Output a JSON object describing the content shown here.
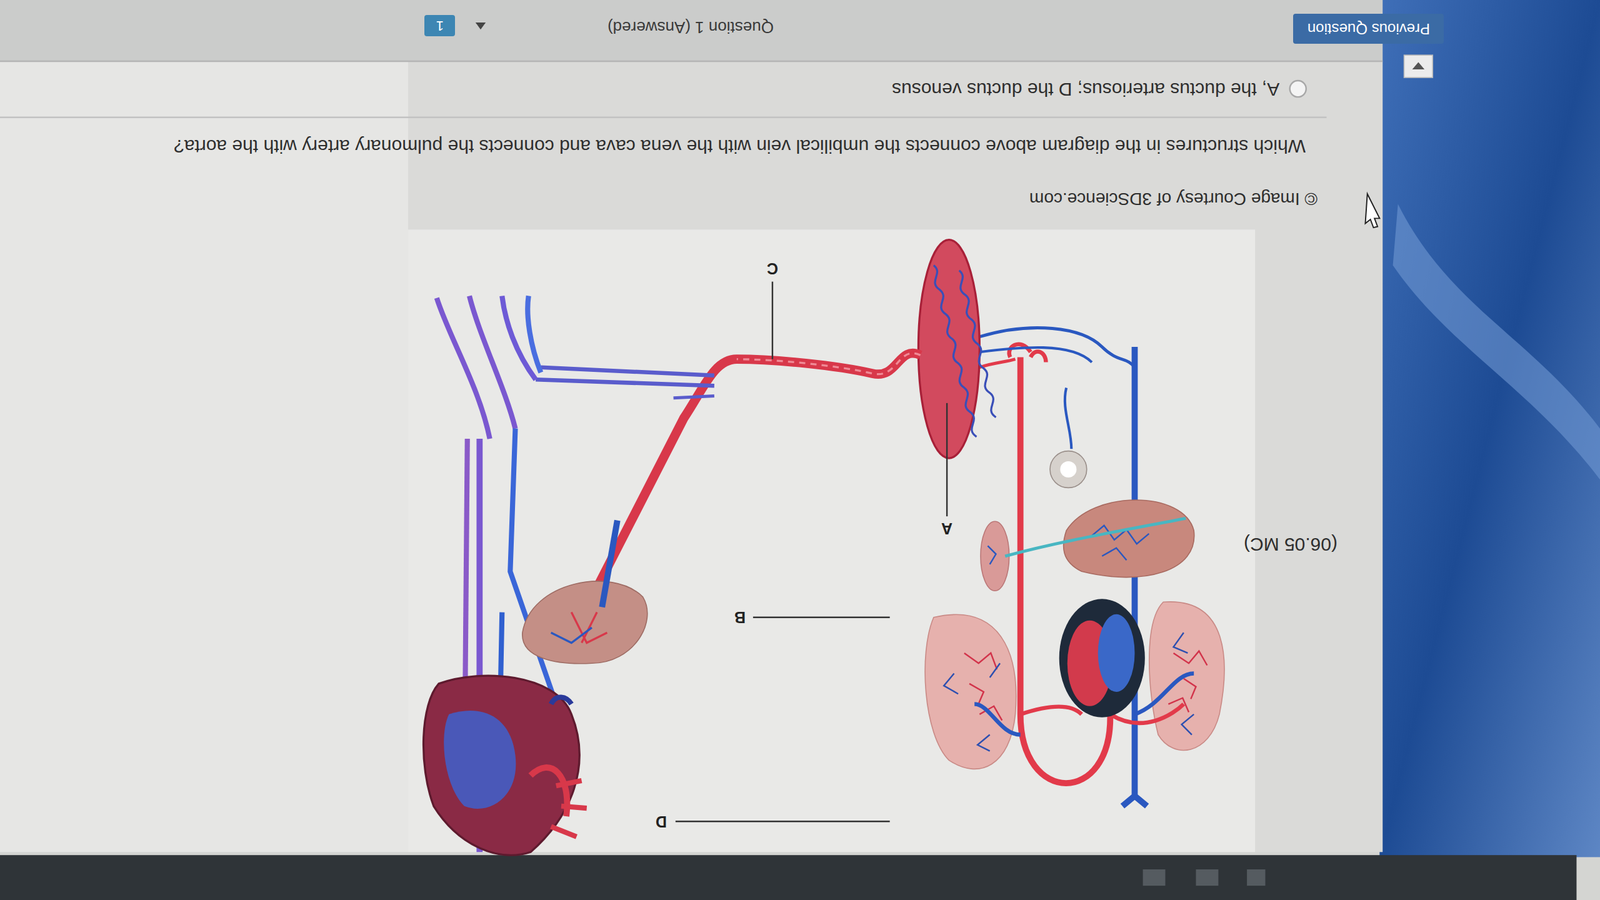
{
  "diagram": {
    "nodes": [
      {
        "text": [
          "Previous Question"
        ]
      },
      {
        "text": [
          "1"
        ]
      }
    ],
    "labels": [
      "Question 1 (Answered)",
      "A, the ductus arteriosus; D the ductus venosus",
      "Which structures in the diagram above connects the umbilical vein with the vena cava and connects the pulmonary artery with the aorta?",
      "© Image Courtesy of 3DScience.com",
      "(06.05 MC)",
      "C",
      "A",
      "B",
      "D"
    ]
  }
}
